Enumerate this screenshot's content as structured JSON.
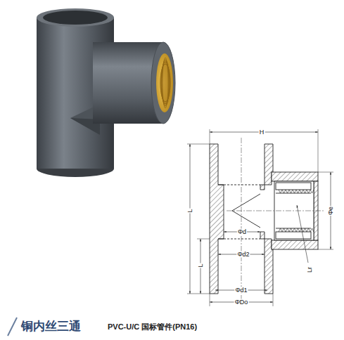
{
  "diagram": {
    "title": "铜内丝三通",
    "caption": "PVC-U/C 国标管件(PN16)",
    "labels": [
      "H",
      "L",
      "L",
      "Φd",
      "Φd2",
      "Φd1",
      "ΦDo",
      "Φe",
      "Lr"
    ]
  }
}
